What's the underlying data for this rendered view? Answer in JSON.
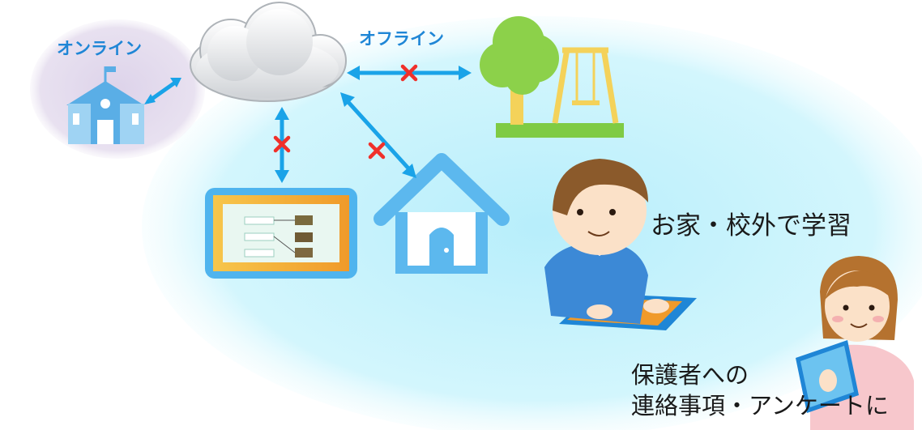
{
  "labels": {
    "online": "オンライン",
    "offline": "オフライン",
    "home_study": "お家・校外で学習",
    "parents_line1": "保護者への",
    "parents_line2": "連絡事項・アンケートに"
  },
  "colors": {
    "online_bg": "#e6deee",
    "offline_bg": "#c9f2fb",
    "arrow": "#1aa3e8",
    "cross": "#f0302a",
    "house": "#5cb8ee",
    "tree": "#8cd14a",
    "swing": "#f4d25a"
  },
  "icons": [
    "cloud-icon",
    "school-icon",
    "tablet-icon",
    "house-icon",
    "park-icon",
    "boy-icon",
    "mother-icon"
  ]
}
